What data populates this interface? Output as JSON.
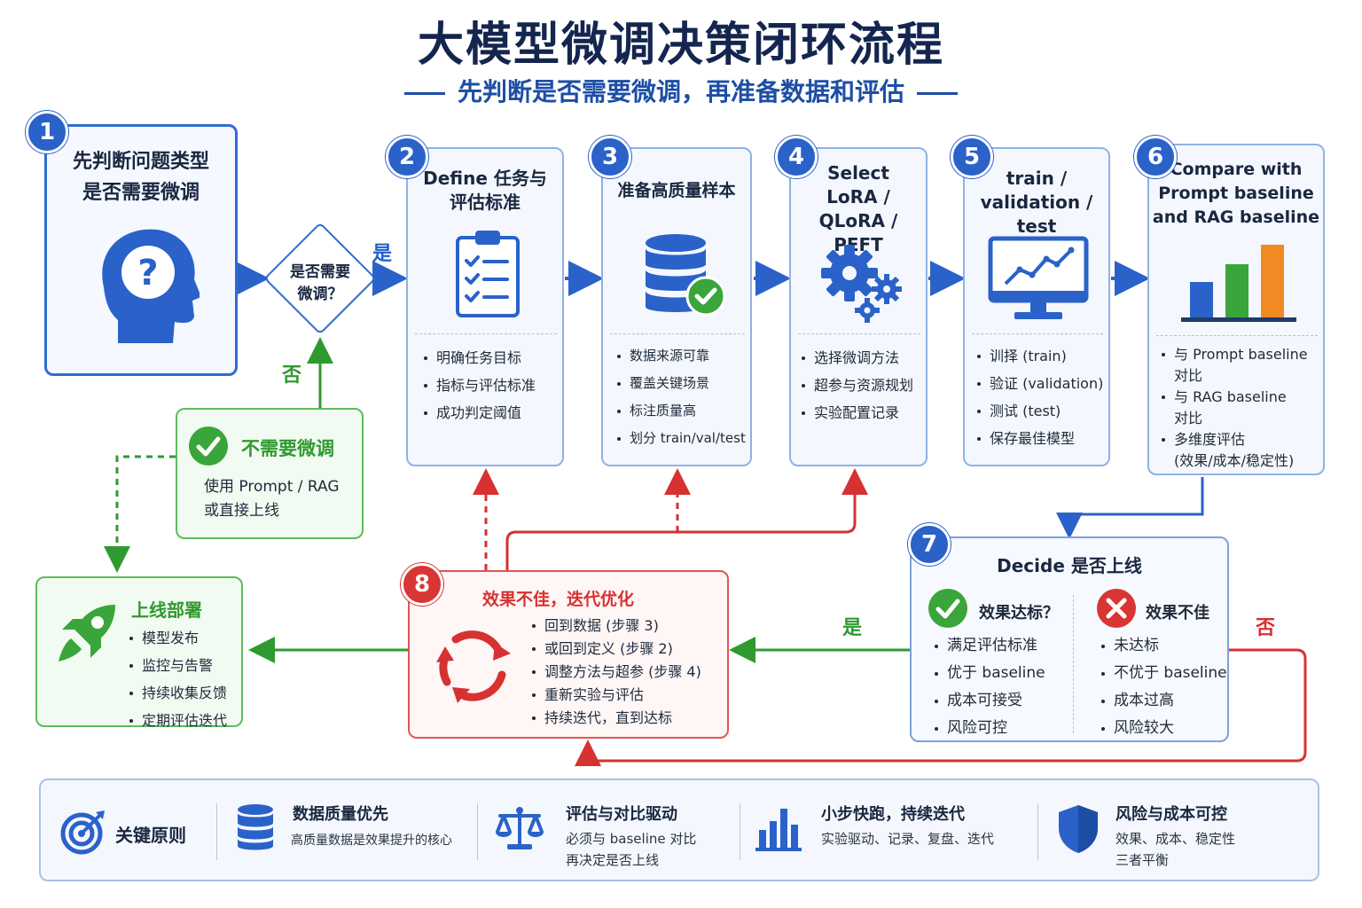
{
  "title": "大模型微调决策闭环流程",
  "subtitle": "先判断是否需要微调，再准备数据和评估",
  "colors": {
    "primary": "#2a62c9",
    "green": "#2f9a2f",
    "red": "#d63232",
    "title": "#14264f"
  },
  "step1": {
    "num": "1",
    "title_line1": "先判断问题类型",
    "title_line2": "是否需要微调",
    "icon": "head-question-icon"
  },
  "decision": {
    "line1": "是否需要",
    "line2": "微调？",
    "yes_label": "是",
    "no_label": "否"
  },
  "no_finetune": {
    "title": "不需要微调",
    "line1": "使用 Prompt / RAG",
    "line2": "或直接上线",
    "icon": "check-circle-icon"
  },
  "step2": {
    "num": "2",
    "title_line1": "Define 任务与",
    "title_line2": "评估标准",
    "icon": "clipboard-checklist-icon",
    "items": [
      "明确任务目标",
      "指标与评估标准",
      "成功判定阈值"
    ]
  },
  "step3": {
    "num": "3",
    "title": "准备高质量样本",
    "icon": "database-check-icon",
    "items": [
      "数据来源可靠",
      "覆盖关键场景",
      "标注质量高",
      "划分 train/val/test"
    ]
  },
  "step4": {
    "num": "4",
    "title_line1": "Select",
    "title_line2": "LoRA / QLoRA /",
    "title_line3": "PEFT",
    "icon": "gears-icon",
    "items": [
      "选择微调方法",
      "超参与资源规划",
      "实验配置记录"
    ]
  },
  "step5": {
    "num": "5",
    "title_line1": "train /",
    "title_line2": "validation / test",
    "icon": "monitor-chart-icon",
    "items": [
      "训择 (train)",
      "验证 (validation)",
      "测试 (test)",
      "保存最佳模型"
    ]
  },
  "step6": {
    "num": "6",
    "title_line1": "Compare with",
    "title_line2": "Prompt baseline",
    "title_line3": "and RAG baseline",
    "icon": "bar-chart-icon",
    "items": [
      {
        "l1": "与 Prompt baseline",
        "l2": "对比"
      },
      {
        "l1": "与 RAG baseline",
        "l2": "对比"
      },
      {
        "l1": "多维度评估",
        "l2": "(效果/成本/稳定性)"
      }
    ]
  },
  "step7": {
    "num": "7",
    "title": "Decide 是否上线",
    "pass": {
      "title": "效果达标？",
      "icon": "check-circle-icon",
      "items": [
        "满足评估标准",
        "优于 baseline",
        "成本可接受",
        "风险可控"
      ]
    },
    "fail": {
      "title": "效果不佳",
      "icon": "x-circle-icon",
      "items": [
        "未达标",
        "不优于 baseline",
        "成本过高",
        "风险较大"
      ]
    },
    "yes_label": "是",
    "no_label": "否"
  },
  "step8": {
    "num": "8",
    "title": "效果不佳，迭代优化",
    "icon": "refresh-cycle-icon",
    "items": [
      "回到数据 (步骤 3)",
      "或回到定义 (步骤 2)",
      "调整方法与超参 (步骤 4)",
      "重新实验与评估",
      "持续迭代，直到达标"
    ]
  },
  "deploy": {
    "title": "上线部署",
    "icon": "rocket-icon",
    "items": [
      "模型发布",
      "监控与告警",
      "持续收集反馈",
      "定期评估迭代"
    ]
  },
  "principles": {
    "label": "关键原则",
    "label_icon": "target-icon",
    "items": [
      {
        "icon": "database-icon",
        "title": "数据质量优先",
        "desc1": "高质量数据是效果提升的核心",
        "desc2": ""
      },
      {
        "icon": "scale-icon",
        "title": "评估与对比驱动",
        "desc1": "必须与 baseline 对比",
        "desc2": "再决定是否上线"
      },
      {
        "icon": "bars-icon",
        "title": "小步快跑，持续迭代",
        "desc1": "实验驱动、记录、复盘、迭代",
        "desc2": ""
      },
      {
        "icon": "shield-icon",
        "title": "风险与成本可控",
        "desc1": "效果、成本、稳定性",
        "desc2": "三者平衡"
      }
    ]
  }
}
